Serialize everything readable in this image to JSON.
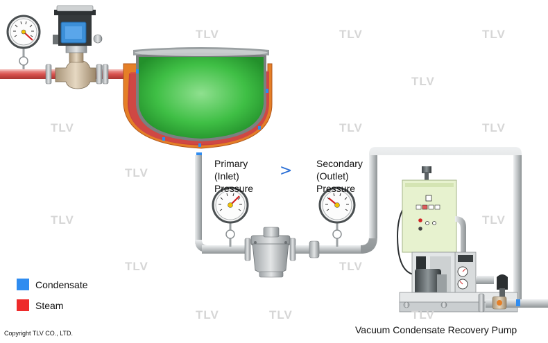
{
  "watermark": "TLV",
  "labels": {
    "primary": [
      "Primary",
      "(Inlet)",
      "Pressure"
    ],
    "secondary": [
      "Secondary",
      "(Outlet)",
      "Pressure"
    ],
    "compare_symbol": ">",
    "pump": "Vacuum Condensate Recovery Pump",
    "copyright": "Copyright TLV CO., LTD."
  },
  "legend": [
    {
      "label": "Condensate",
      "color": "#2f8cf0"
    },
    {
      "label": "Steam",
      "color": "#ee2b2b"
    }
  ],
  "colors": {
    "steam": "#d9534f",
    "condensate": "#2f8cf0",
    "tank_fluid": "#3fbf45",
    "jacket": "#e57f27",
    "pipe": "#c8cacb",
    "panel": "#e7f2cf"
  },
  "icons": [
    "pressure-gauge-icon",
    "control-valve-icon",
    "steam-trap-icon",
    "pump-icon"
  ]
}
